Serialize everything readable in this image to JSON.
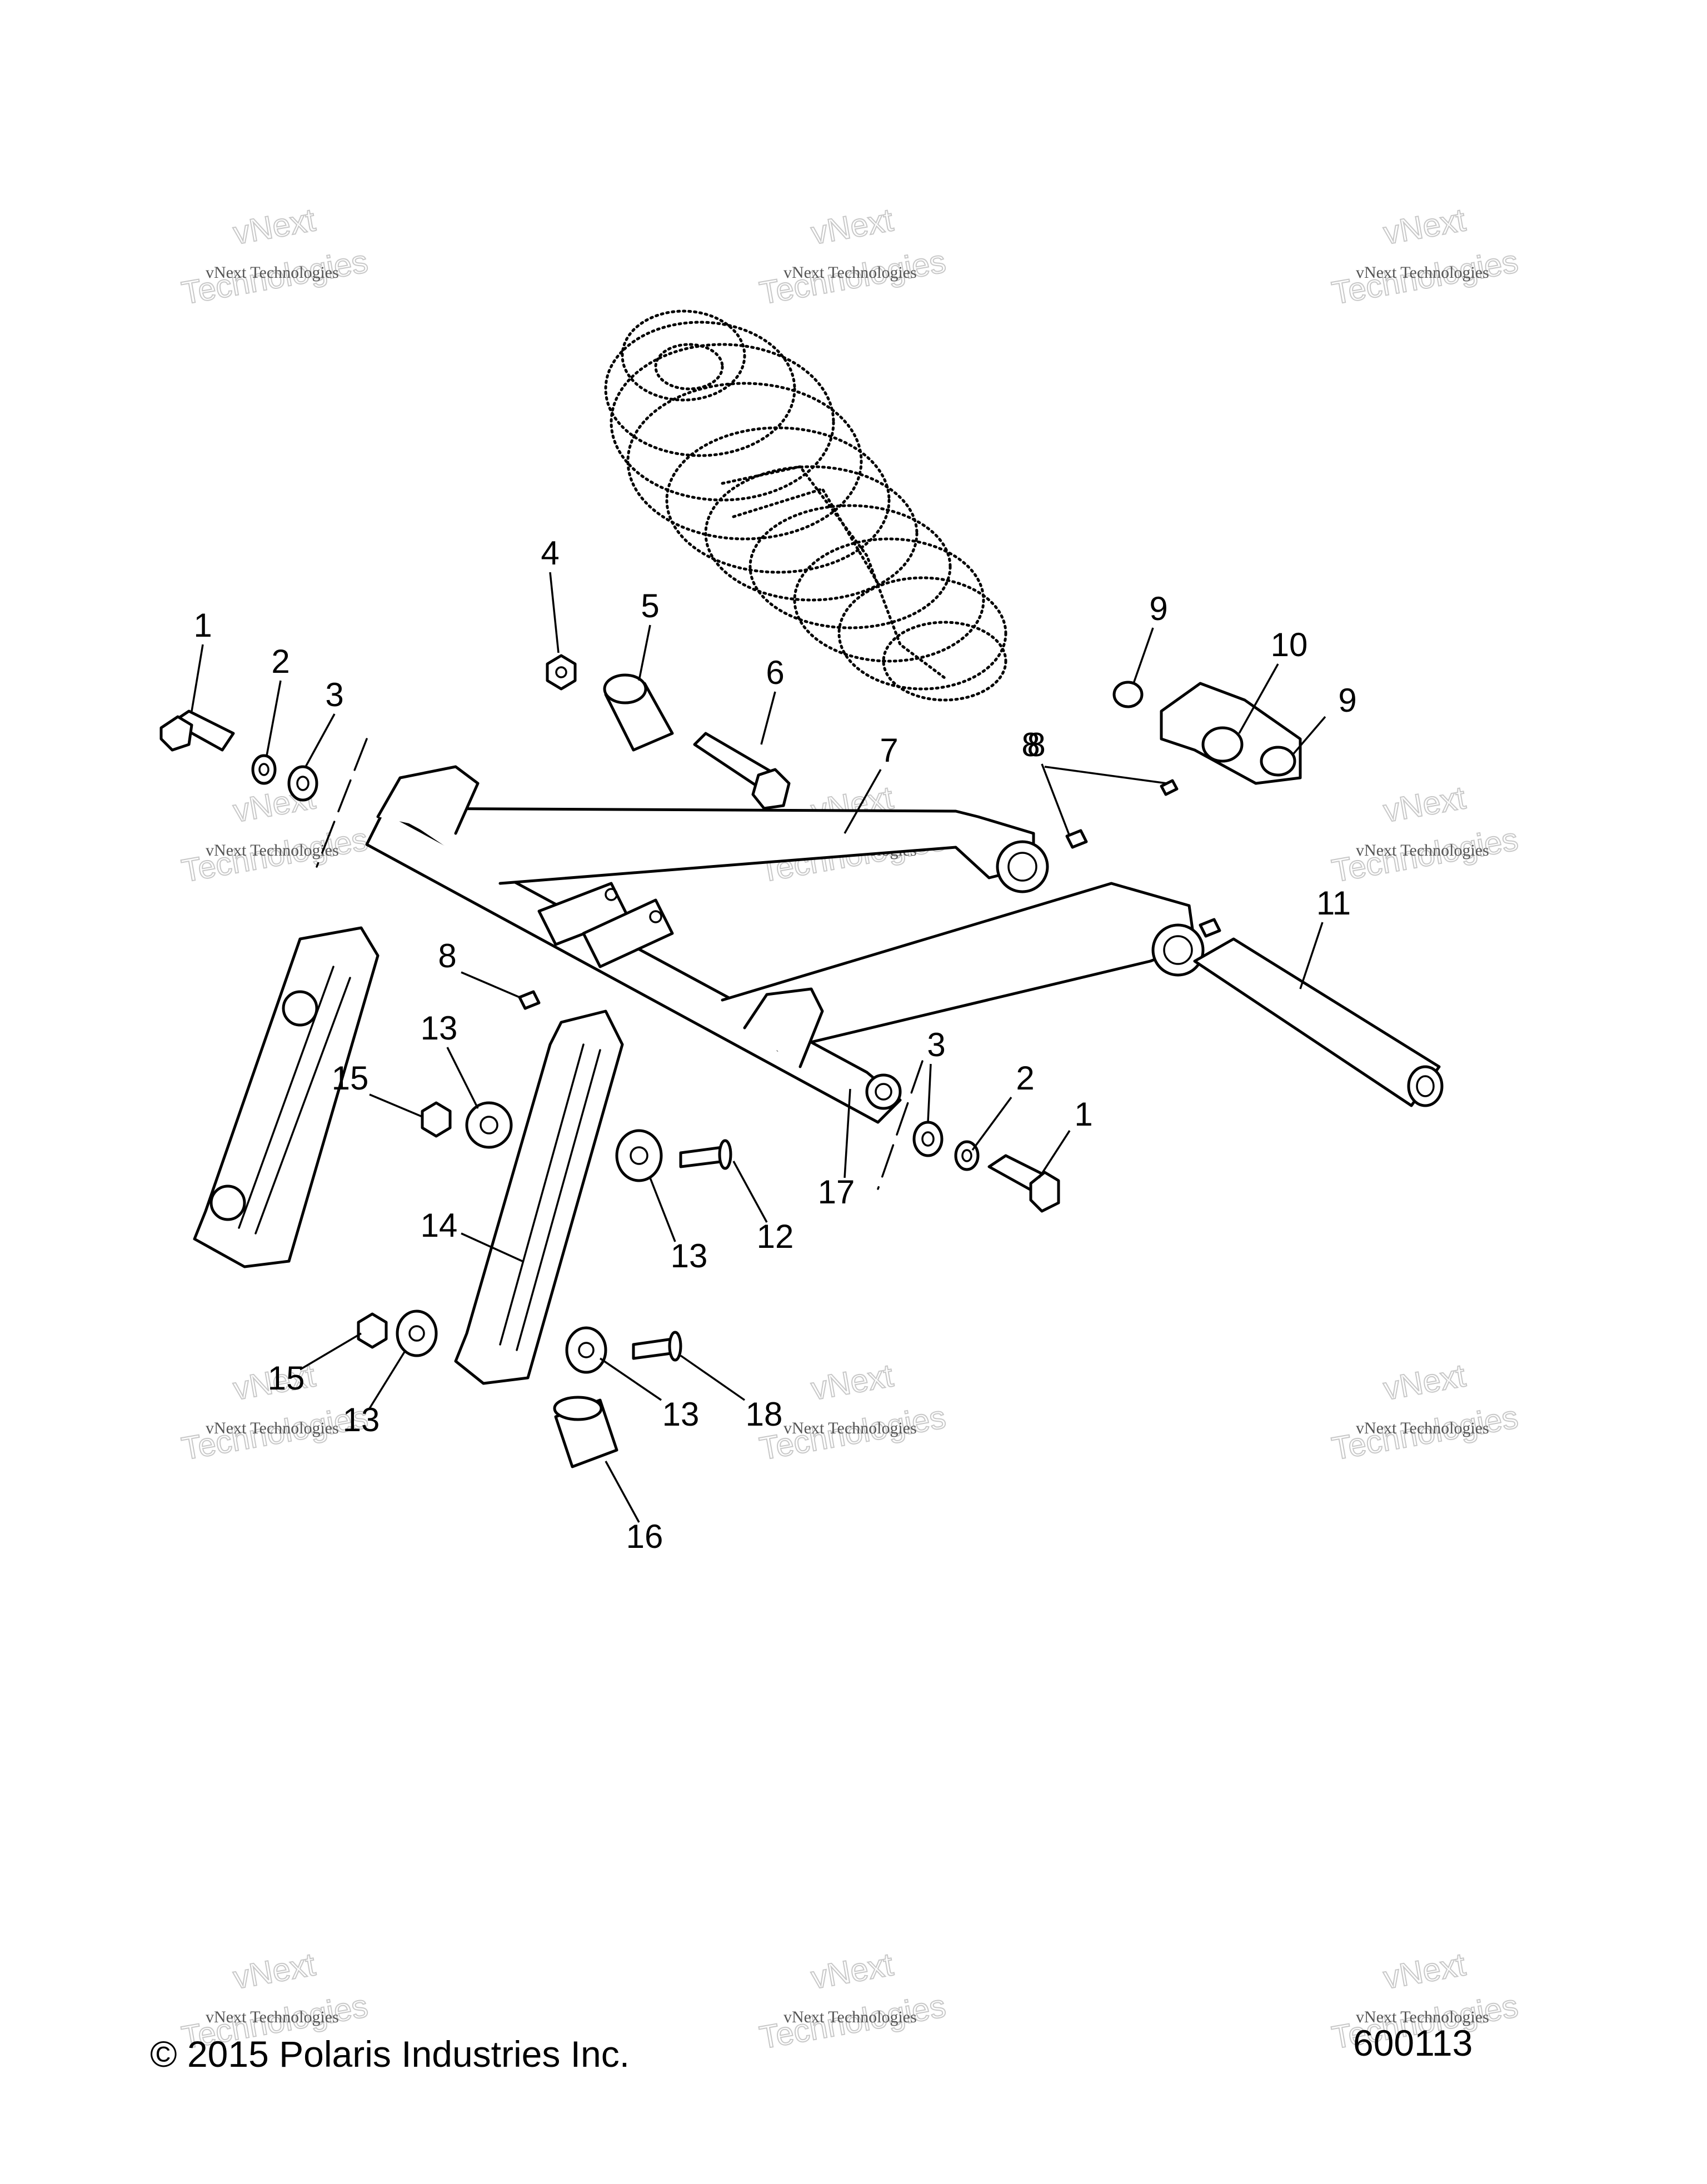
{
  "callouts": [
    {
      "label": "1"
    },
    {
      "label": "2"
    },
    {
      "label": "3"
    },
    {
      "label": "4"
    },
    {
      "label": "5"
    },
    {
      "label": "6"
    },
    {
      "label": "7"
    },
    {
      "label": "8"
    },
    {
      "label": "9"
    },
    {
      "label": "10"
    },
    {
      "label": "9"
    },
    {
      "label": "8"
    },
    {
      "label": "11"
    },
    {
      "label": "8"
    },
    {
      "label": "13"
    },
    {
      "label": "15"
    },
    {
      "label": "3"
    },
    {
      "label": "2"
    },
    {
      "label": "1"
    },
    {
      "label": "17"
    },
    {
      "label": "12"
    },
    {
      "label": "13"
    },
    {
      "label": "14"
    },
    {
      "label": "15"
    },
    {
      "label": "13"
    },
    {
      "label": "13"
    },
    {
      "label": "18"
    },
    {
      "label": "16"
    }
  ],
  "watermark": {
    "line1": "vNext Technologies",
    "line2": "vNext",
    "line3": "Technologies"
  },
  "footer": {
    "copyright": "© 2015 Polaris Industries Inc.",
    "diagram_number": "600113"
  }
}
